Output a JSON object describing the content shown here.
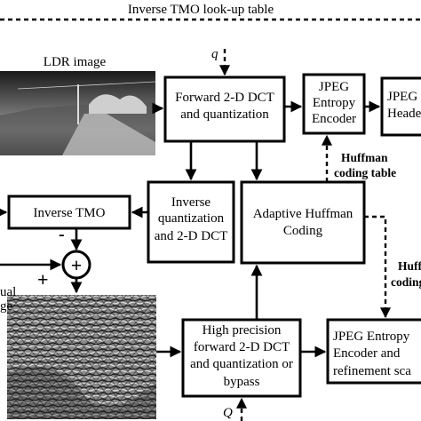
{
  "top_label": "Inverse TMO look-up table",
  "q_top": "q",
  "q_bottom": "Q",
  "ldr_label": "LDR image",
  "boxes": {
    "forward_dct": [
      "Forward 2-D DCT",
      "and quantization"
    ],
    "jpeg_entropy": [
      "JPEG",
      "Entropy",
      "Encoder"
    ],
    "jpeg_header": [
      "JPEG",
      "Header"
    ],
    "inverse_quant": [
      "Inverse",
      "quantization",
      "and 2-D DCT"
    ],
    "adaptive_huffman": [
      "Adaptive Huffman",
      "Coding"
    ],
    "inverse_tmo": [
      "Inverse TMO"
    ],
    "high_precision": [
      "High precision",
      "forward 2-D DCT",
      "and quantization or",
      "bypass"
    ],
    "jpeg_refine": [
      "JPEG Entropy",
      "Encoder and",
      "refinement sca"
    ]
  },
  "huffman_table": [
    "Huffman",
    "coding table"
  ],
  "huffman_right": [
    "Huffi",
    "coding"
  ],
  "minus_sign": "-",
  "plus_sign": "+",
  "adder_symbol": "+",
  "residual_label": [
    "ual",
    "ge"
  ]
}
